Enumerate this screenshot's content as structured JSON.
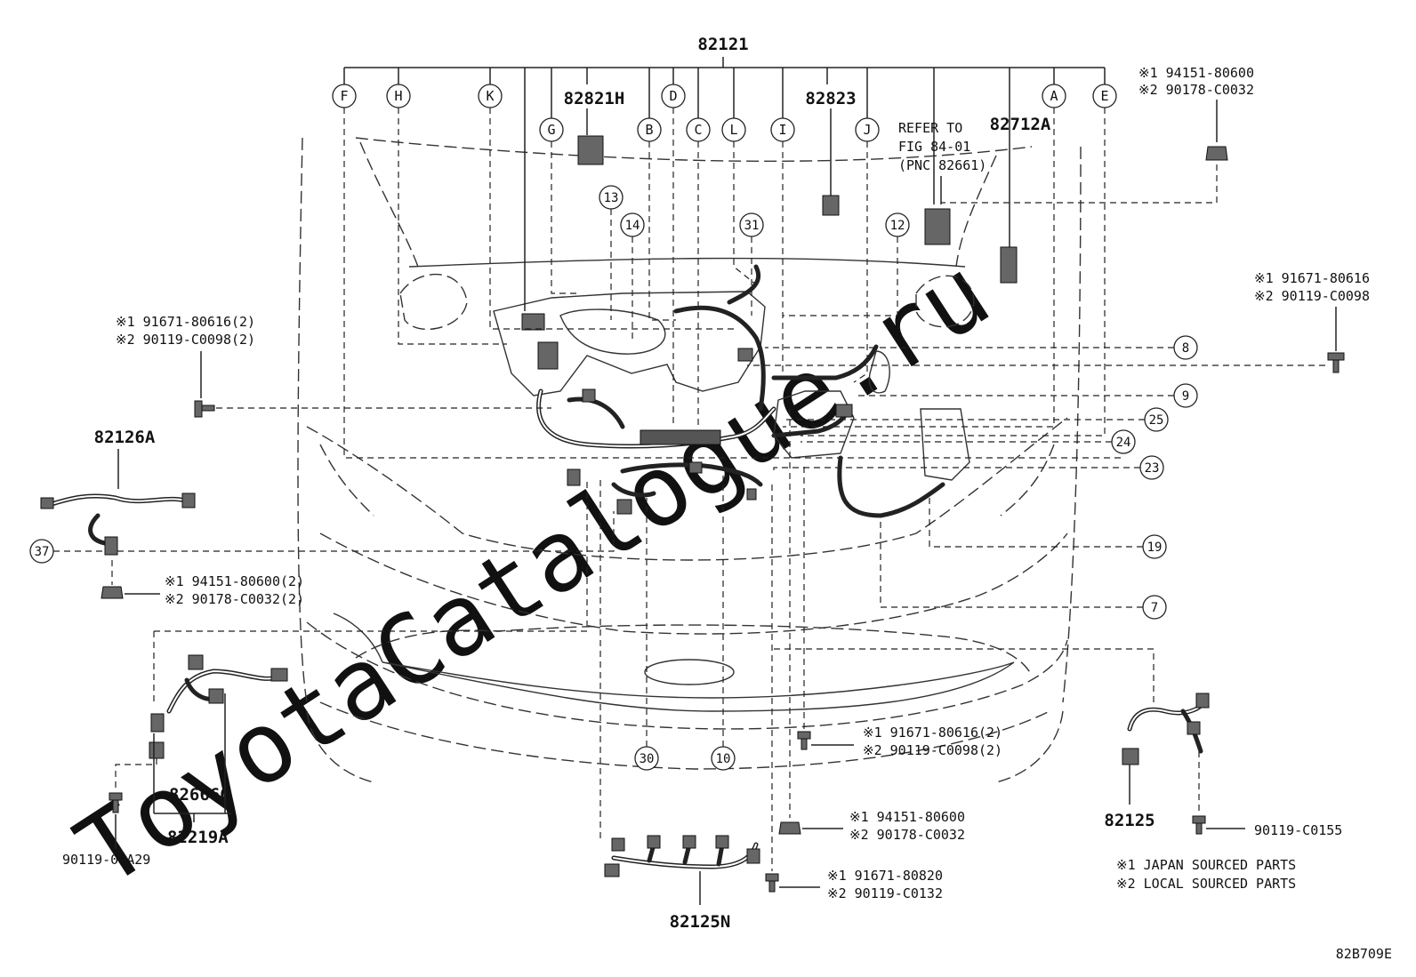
{
  "watermark": "ToyotaCatalogue.ru",
  "main_harness": {
    "part_no": "82121"
  },
  "letter_callouts": [
    {
      "id": "F",
      "label": "F"
    },
    {
      "id": "H",
      "label": "H"
    },
    {
      "id": "K",
      "label": "K"
    },
    {
      "id": "G",
      "label": "G"
    },
    {
      "id": "B",
      "label": "B"
    },
    {
      "id": "D",
      "label": "D"
    },
    {
      "id": "C",
      "label": "C"
    },
    {
      "id": "L",
      "label": "L"
    },
    {
      "id": "I",
      "label": "I"
    },
    {
      "id": "J",
      "label": "J"
    },
    {
      "id": "A",
      "label": "A"
    },
    {
      "id": "E",
      "label": "E"
    }
  ],
  "number_callouts": [
    {
      "id": "13",
      "label": "13"
    },
    {
      "id": "14",
      "label": "14"
    },
    {
      "id": "31",
      "label": "31"
    },
    {
      "id": "12",
      "label": "12"
    },
    {
      "id": "8",
      "label": "8"
    },
    {
      "id": "9",
      "label": "9"
    },
    {
      "id": "25",
      "label": "25"
    },
    {
      "id": "24",
      "label": "24"
    },
    {
      "id": "23",
      "label": "23"
    },
    {
      "id": "19",
      "label": "19"
    },
    {
      "id": "7",
      "label": "7"
    },
    {
      "id": "37",
      "label": "37"
    },
    {
      "id": "30",
      "label": "30"
    },
    {
      "id": "10",
      "label": "10"
    }
  ],
  "parts": {
    "p82821H": "82821H",
    "p82823": "82823",
    "p82712A": "82712A",
    "p82126A": "82126A",
    "p82666G": "82666G",
    "p82219A": "82219A",
    "p82125": "82125",
    "p82125N": "82125N"
  },
  "refer_note": {
    "line1": "REFER TO",
    "line2": "FIG 84-01",
    "line3": "(PNC 82661)"
  },
  "fastener_notes": {
    "top_right_clip": {
      "line1": "※1 94151-80600",
      "line2": "※2 90178-C0032"
    },
    "right_bolt": {
      "line1": "※1 91671-80616",
      "line2": "※2 90119-C0098"
    },
    "left_bolt": {
      "line1": "※1 91671-80616(2)",
      "line2": "※2 90119-C0098(2)"
    },
    "left_clip": {
      "line1": "※1 94151-80600(2)",
      "line2": "※2 90178-C0032(2)"
    },
    "center_bolt": {
      "line1": "※1 91671-80616(2)",
      "line2": "※2 90119-C0098(2)"
    },
    "center_clip": {
      "line1": "※1 94151-80600",
      "line2": "※2 90178-C0032"
    },
    "lower_bolt": {
      "line1": "※1 91671-80820",
      "line2": "※2 90119-C0132"
    },
    "bolt_82666G": "90119-06A29",
    "bolt_82125": "90119-C0155"
  },
  "legend": {
    "line1": "※1 JAPAN SOURCED PARTS",
    "line2": "※2 LOCAL SOURCED PARTS"
  },
  "figure_code": "82B709E"
}
